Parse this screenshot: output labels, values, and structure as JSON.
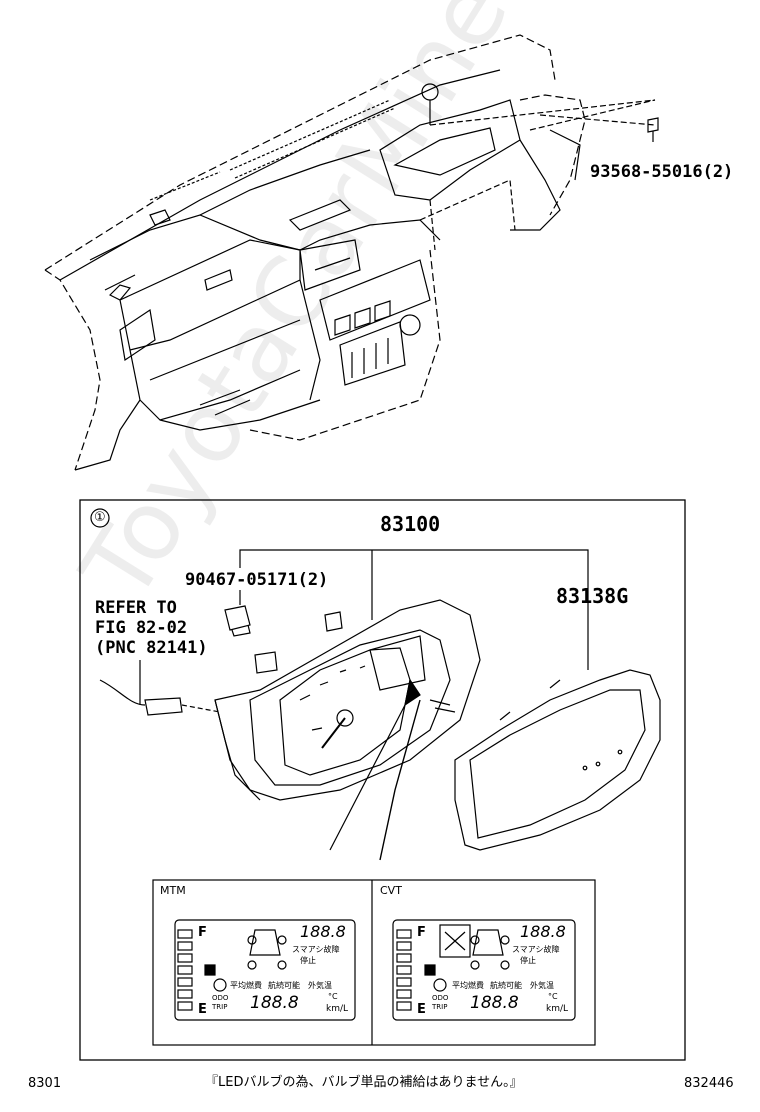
{
  "watermark": "ToyotaCarMine.ru",
  "callouts": {
    "circle_marker": "①",
    "screw_part": "93568-55016(2)",
    "meter_assembly": "83100",
    "bulb_part": "90467-05171(2)",
    "refer_line1": "REFER TO",
    "refer_line2": "FIG 82-02",
    "refer_line3": "(PNC 82141)",
    "glass_part": "83138G",
    "variant_mtm": "MTM",
    "variant_cvt": "CVT"
  },
  "lcd": {
    "mtm": {
      "fuel_full": "F",
      "fuel_empty": "E",
      "warn": "スマアシ故障",
      "stop": "停止",
      "avg": "平均燃費",
      "range": "航続可能",
      "ext": "外気温",
      "odo": "ODO",
      "trip": "TRIP",
      "unit_temp": "°C",
      "unit_dist": "km/L",
      "digits": "188.8"
    },
    "cvt": {
      "fuel_full": "F",
      "fuel_empty": "E",
      "warn": "スマアシ故障",
      "stop": "停止",
      "avg": "平均燃費",
      "range": "航続可能",
      "ext": "外気温",
      "odo": "ODO",
      "trip": "TRIP",
      "unit_temp": "°C",
      "unit_dist": "km/L",
      "digits": "188.8"
    }
  },
  "footer": {
    "left_code": "8301",
    "note": "『LEDバルブの為、バルブ単品の補給はありません。』",
    "right_code": "832446"
  }
}
